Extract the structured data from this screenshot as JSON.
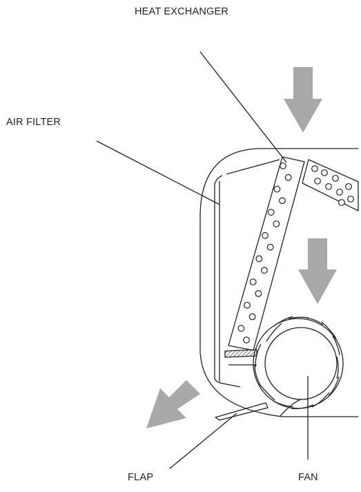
{
  "labels": {
    "heat_exchanger": "HEAT EXCHANGER",
    "air_filter": "AIR FILTER",
    "flap": "FLAP",
    "fan": "FAN"
  },
  "colors": {
    "line": "#231f20",
    "arrow": "#a8a8a8"
  }
}
